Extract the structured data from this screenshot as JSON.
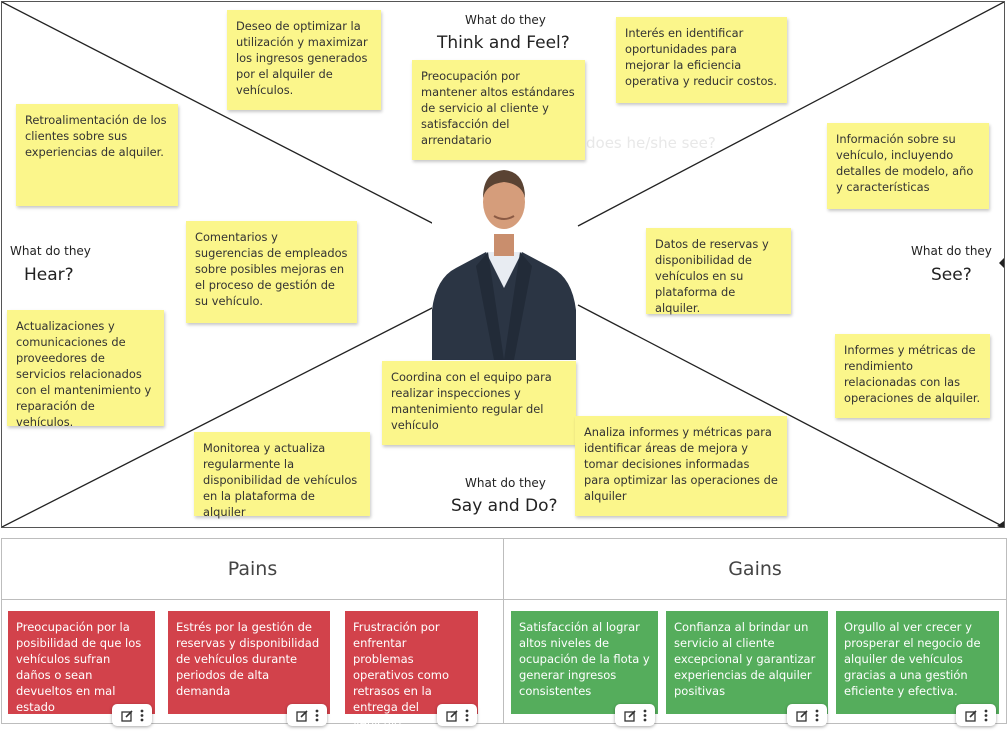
{
  "questions": {
    "think": {
      "small": "What do they",
      "big": "Think and Feel?"
    },
    "hear": {
      "small": "What do they",
      "big": "Hear?"
    },
    "see": {
      "small": "What do they",
      "big": "See?"
    },
    "say": {
      "small": "What do they",
      "big": "Say and Do?"
    },
    "faint_prompt": "does he/she see?"
  },
  "notes": {
    "think_1": "Deseo de optimizar la utilización y maximizar los ingresos generados por el alquiler de vehículos.",
    "think_2": "Preocupación por mantener altos estándares de servicio al cliente y satisfacción del arrendatario",
    "think_3": "Interés en identificar oportunidades para mejorar la eficiencia operativa y reducir costos.",
    "hear_1": "Retroalimentación de los clientes sobre sus experiencias de alquiler.",
    "hear_2": "Comentarios y sugerencias de empleados sobre posibles mejoras en el proceso de gestión de su vehículo.",
    "hear_3": "Actualizaciones y comunicaciones de proveedores de servicios relacionados con el mantenimiento y reparación de vehículos.",
    "see_1": "Información sobre su vehículo, incluyendo detalles de modelo, año y características",
    "see_2": "Datos de reservas y disponibilidad de vehículos en su plataforma de alquiler.",
    "see_3": "Informes y métricas de rendimiento relacionadas con las operaciones de alquiler.",
    "say_1": "Coordina con el equipo para realizar inspecciones y mantenimiento regular del vehículo",
    "say_2": "Monitorea y actualiza regularmente la disponibilidad de vehículos en la plataforma de alquiler",
    "say_3": "Analiza informes y métricas para identificar áreas de mejora y tomar decisiones informadas para optimizar las operaciones de alquiler"
  },
  "pains": {
    "title": "Pains",
    "items": [
      "Preocupación por la posibilidad de que los vehículos sufran daños o sean devueltos en mal estado",
      "Estrés por la gestión de reservas y disponibilidad de vehículos durante periodos de alta demanda",
      "Frustración por enfrentar problemas operativos como retrasos en la entrega del vehículo"
    ]
  },
  "gains": {
    "title": "Gains",
    "items": [
      "Satisfacción al lograr altos niveles de ocupación de la flota y generar ingresos consistentes",
      "Confianza al brindar un servicio al cliente excepcional y garantizar experiencias de alquiler positivas",
      "Orgullo al ver crecer y prosperar el negocio de alquiler de vehículos gracias a una gestión eficiente y efectiva."
    ]
  },
  "colors": {
    "sticky": "#fbf68b",
    "pain": "#d2424b",
    "gain": "#55ad5c"
  },
  "icons": [
    "edit-icon",
    "more-vertical-icon"
  ]
}
